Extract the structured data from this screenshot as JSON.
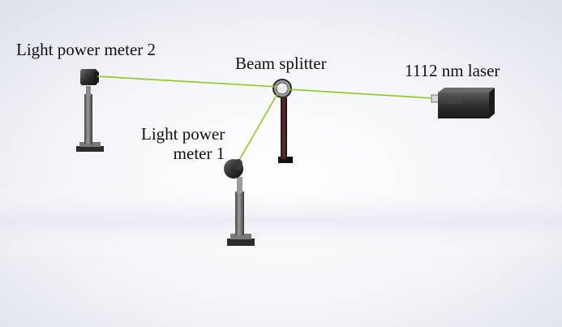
{
  "labels": {
    "power_meter_2": "Light power meter 2",
    "beam_splitter": "Beam splitter",
    "laser": "1112 nm laser",
    "power_meter_1_line1": "Light power",
    "power_meter_1_line2": "meter 1"
  },
  "colors": {
    "beam": "#8ccb1e",
    "background_shadow": "#d9dbe6",
    "dark_metal": "#2a2a2a",
    "post_gray": "#6e6e6e",
    "laser_body": "#3a3a3a"
  }
}
